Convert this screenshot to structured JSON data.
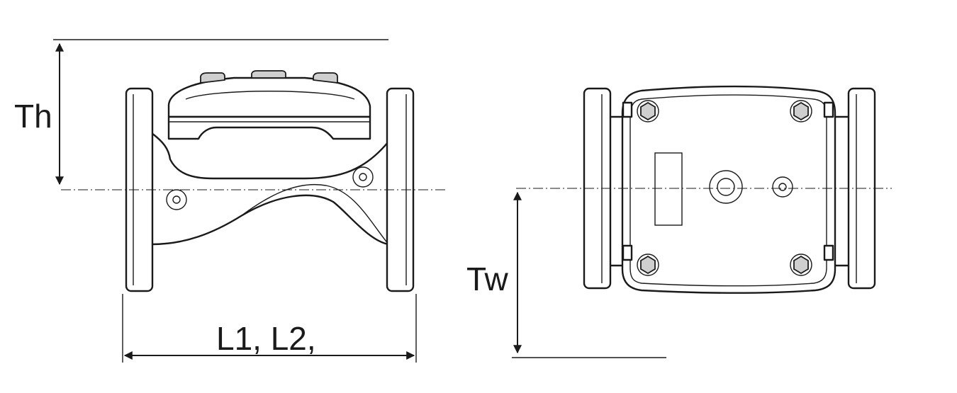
{
  "labels": {
    "height": "Th",
    "length": "L1, L2,",
    "width": "Tw"
  },
  "colors": {
    "line": "#1a1a1a",
    "shading": "#cfcfcf",
    "background": "#ffffff"
  }
}
